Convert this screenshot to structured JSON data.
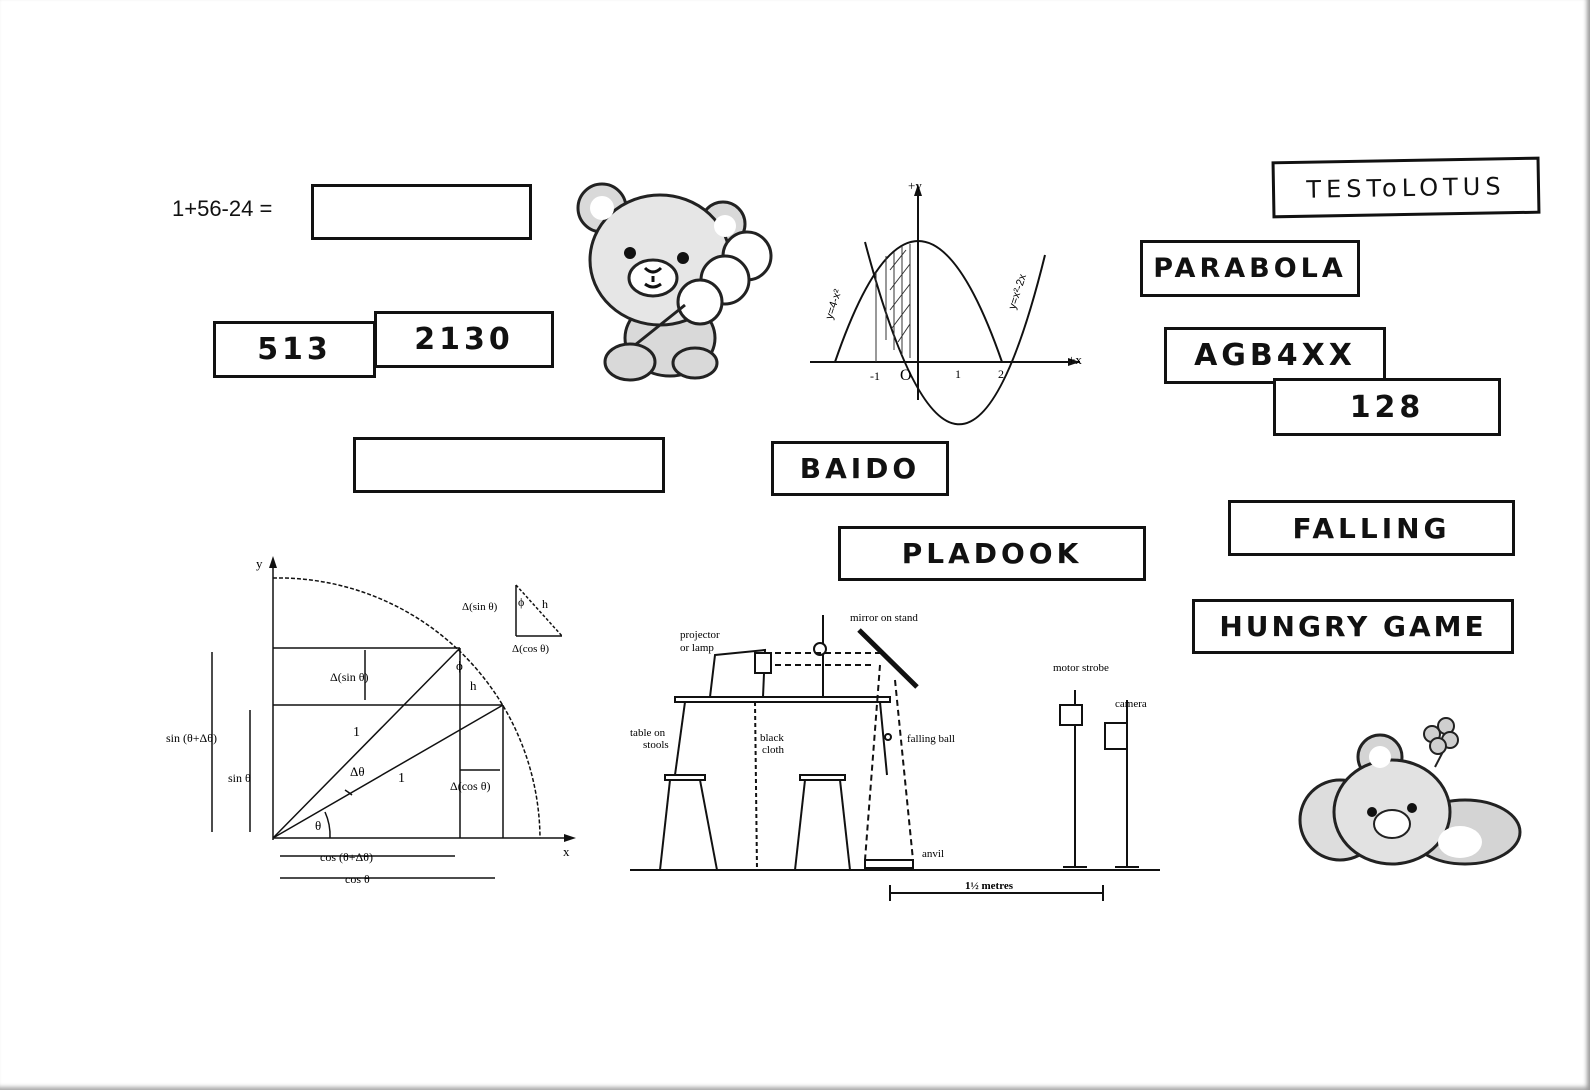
{
  "equation": {
    "text": "1+56-24 =",
    "answer": ""
  },
  "boxes": {
    "b513": "513",
    "b2130": "2130",
    "blank": "",
    "baido": "BAIDO",
    "pladook": "PLADOOK",
    "testo": "TESToLOTUS",
    "parabola": "PARABOLA",
    "agb": "AGB4XX",
    "b128": "128",
    "falling": "FALLING",
    "hungry": "HUNGRY GAME"
  },
  "parabola_graph": {
    "y_axis": "+y",
    "x_axis": "+x",
    "curve1": "y=4-x²",
    "curve2": "y=x²-2x",
    "ticks": [
      "-1",
      "O",
      "1",
      "2"
    ]
  },
  "trig_diagram": {
    "y": "y",
    "x": "x",
    "d_sin": "Δ(sin θ)",
    "d_cos": "Δ(cos θ)",
    "sin_sum": "sin (θ+Δθ)",
    "sin": "sin θ",
    "one_a": "1",
    "one_b": "1",
    "dtheta": "Δθ",
    "theta": "θ",
    "phi": "ϕ",
    "h": "h",
    "cos_sum": "cos (θ+Δθ)",
    "cos": "cos θ",
    "inset_dsin": "Δ(sin θ)",
    "inset_dcos": "Δ(cos θ)",
    "inset_phi": "ϕ",
    "inset_h": "h"
  },
  "apparatus": {
    "projector": "projector",
    "lamp": "or lamp",
    "mirror": "mirror on stand",
    "table": "table on",
    "stools": "stools",
    "black": "black",
    "cloth": "cloth",
    "ball": "falling ball",
    "anvil": "anvil",
    "motor": "motor strobe",
    "camera": "camera",
    "metres": "1½ metres"
  }
}
